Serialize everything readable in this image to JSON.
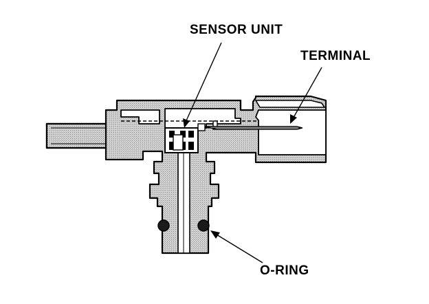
{
  "labels": {
    "sensor_unit": "SENSOR UNIT",
    "terminal": "TERMINAL",
    "o_ring": "O-RING"
  },
  "colors": {
    "body_fill": "#cfcfcf",
    "outline": "#000000",
    "background": "#ffffff",
    "o_ring": "#1a1a1a"
  }
}
